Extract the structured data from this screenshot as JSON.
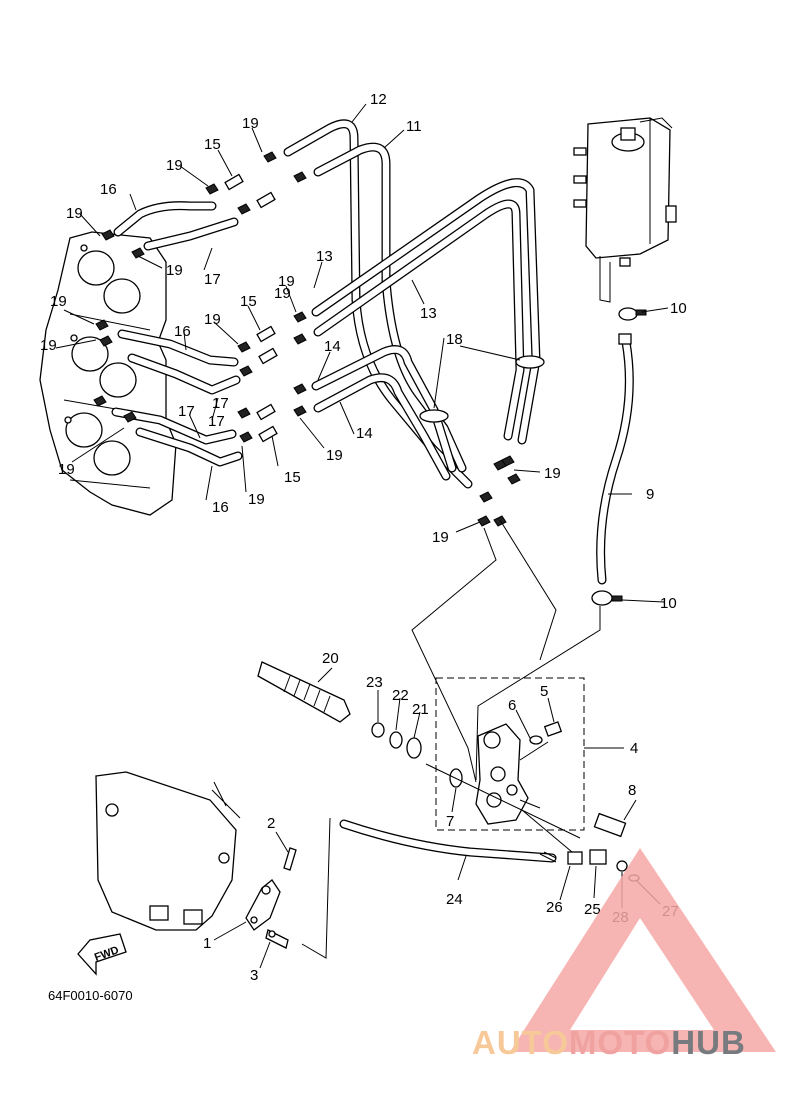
{
  "diagram": {
    "drawing_code": "64F0010-6070",
    "fwd_label": "FWD",
    "callouts": {
      "c1": "1",
      "c2": "2",
      "c3": "3",
      "c4": "4",
      "c5": "5",
      "c6": "6",
      "c7": "7",
      "c8": "8",
      "c9": "9",
      "c10a": "10",
      "c10b": "10",
      "c11": "11",
      "c12": "12",
      "c13a": "13",
      "c13b": "13",
      "c14a": "14",
      "c14b": "14",
      "c15a": "15",
      "c15b": "15",
      "c15c": "15",
      "c16a": "16",
      "c16b": "16",
      "c16c": "16",
      "c17a": "17",
      "c17b": "17",
      "c17c": "17",
      "c17d": "17",
      "c18": "18",
      "c19a": "19",
      "c19b": "19",
      "c19c": "19",
      "c19d": "19",
      "c19e": "19",
      "c19f": "19",
      "c19g": "19",
      "c19h": "19",
      "c19i": "19",
      "c19j": "19",
      "c19k": "19",
      "c19l": "19",
      "c19m": "19",
      "c19n": "19",
      "c20": "20",
      "c21": "21",
      "c22": "22",
      "c23": "23",
      "c24": "24",
      "c25": "25",
      "c26": "26",
      "c27": "27",
      "c28": "28"
    }
  },
  "watermark": {
    "part1": "AUTO",
    "part2": "MOTO",
    "part3": "HUB",
    "colors": {
      "red": "#f0a2a0",
      "orange": "#f7c999",
      "gray": "#777a7e"
    }
  }
}
